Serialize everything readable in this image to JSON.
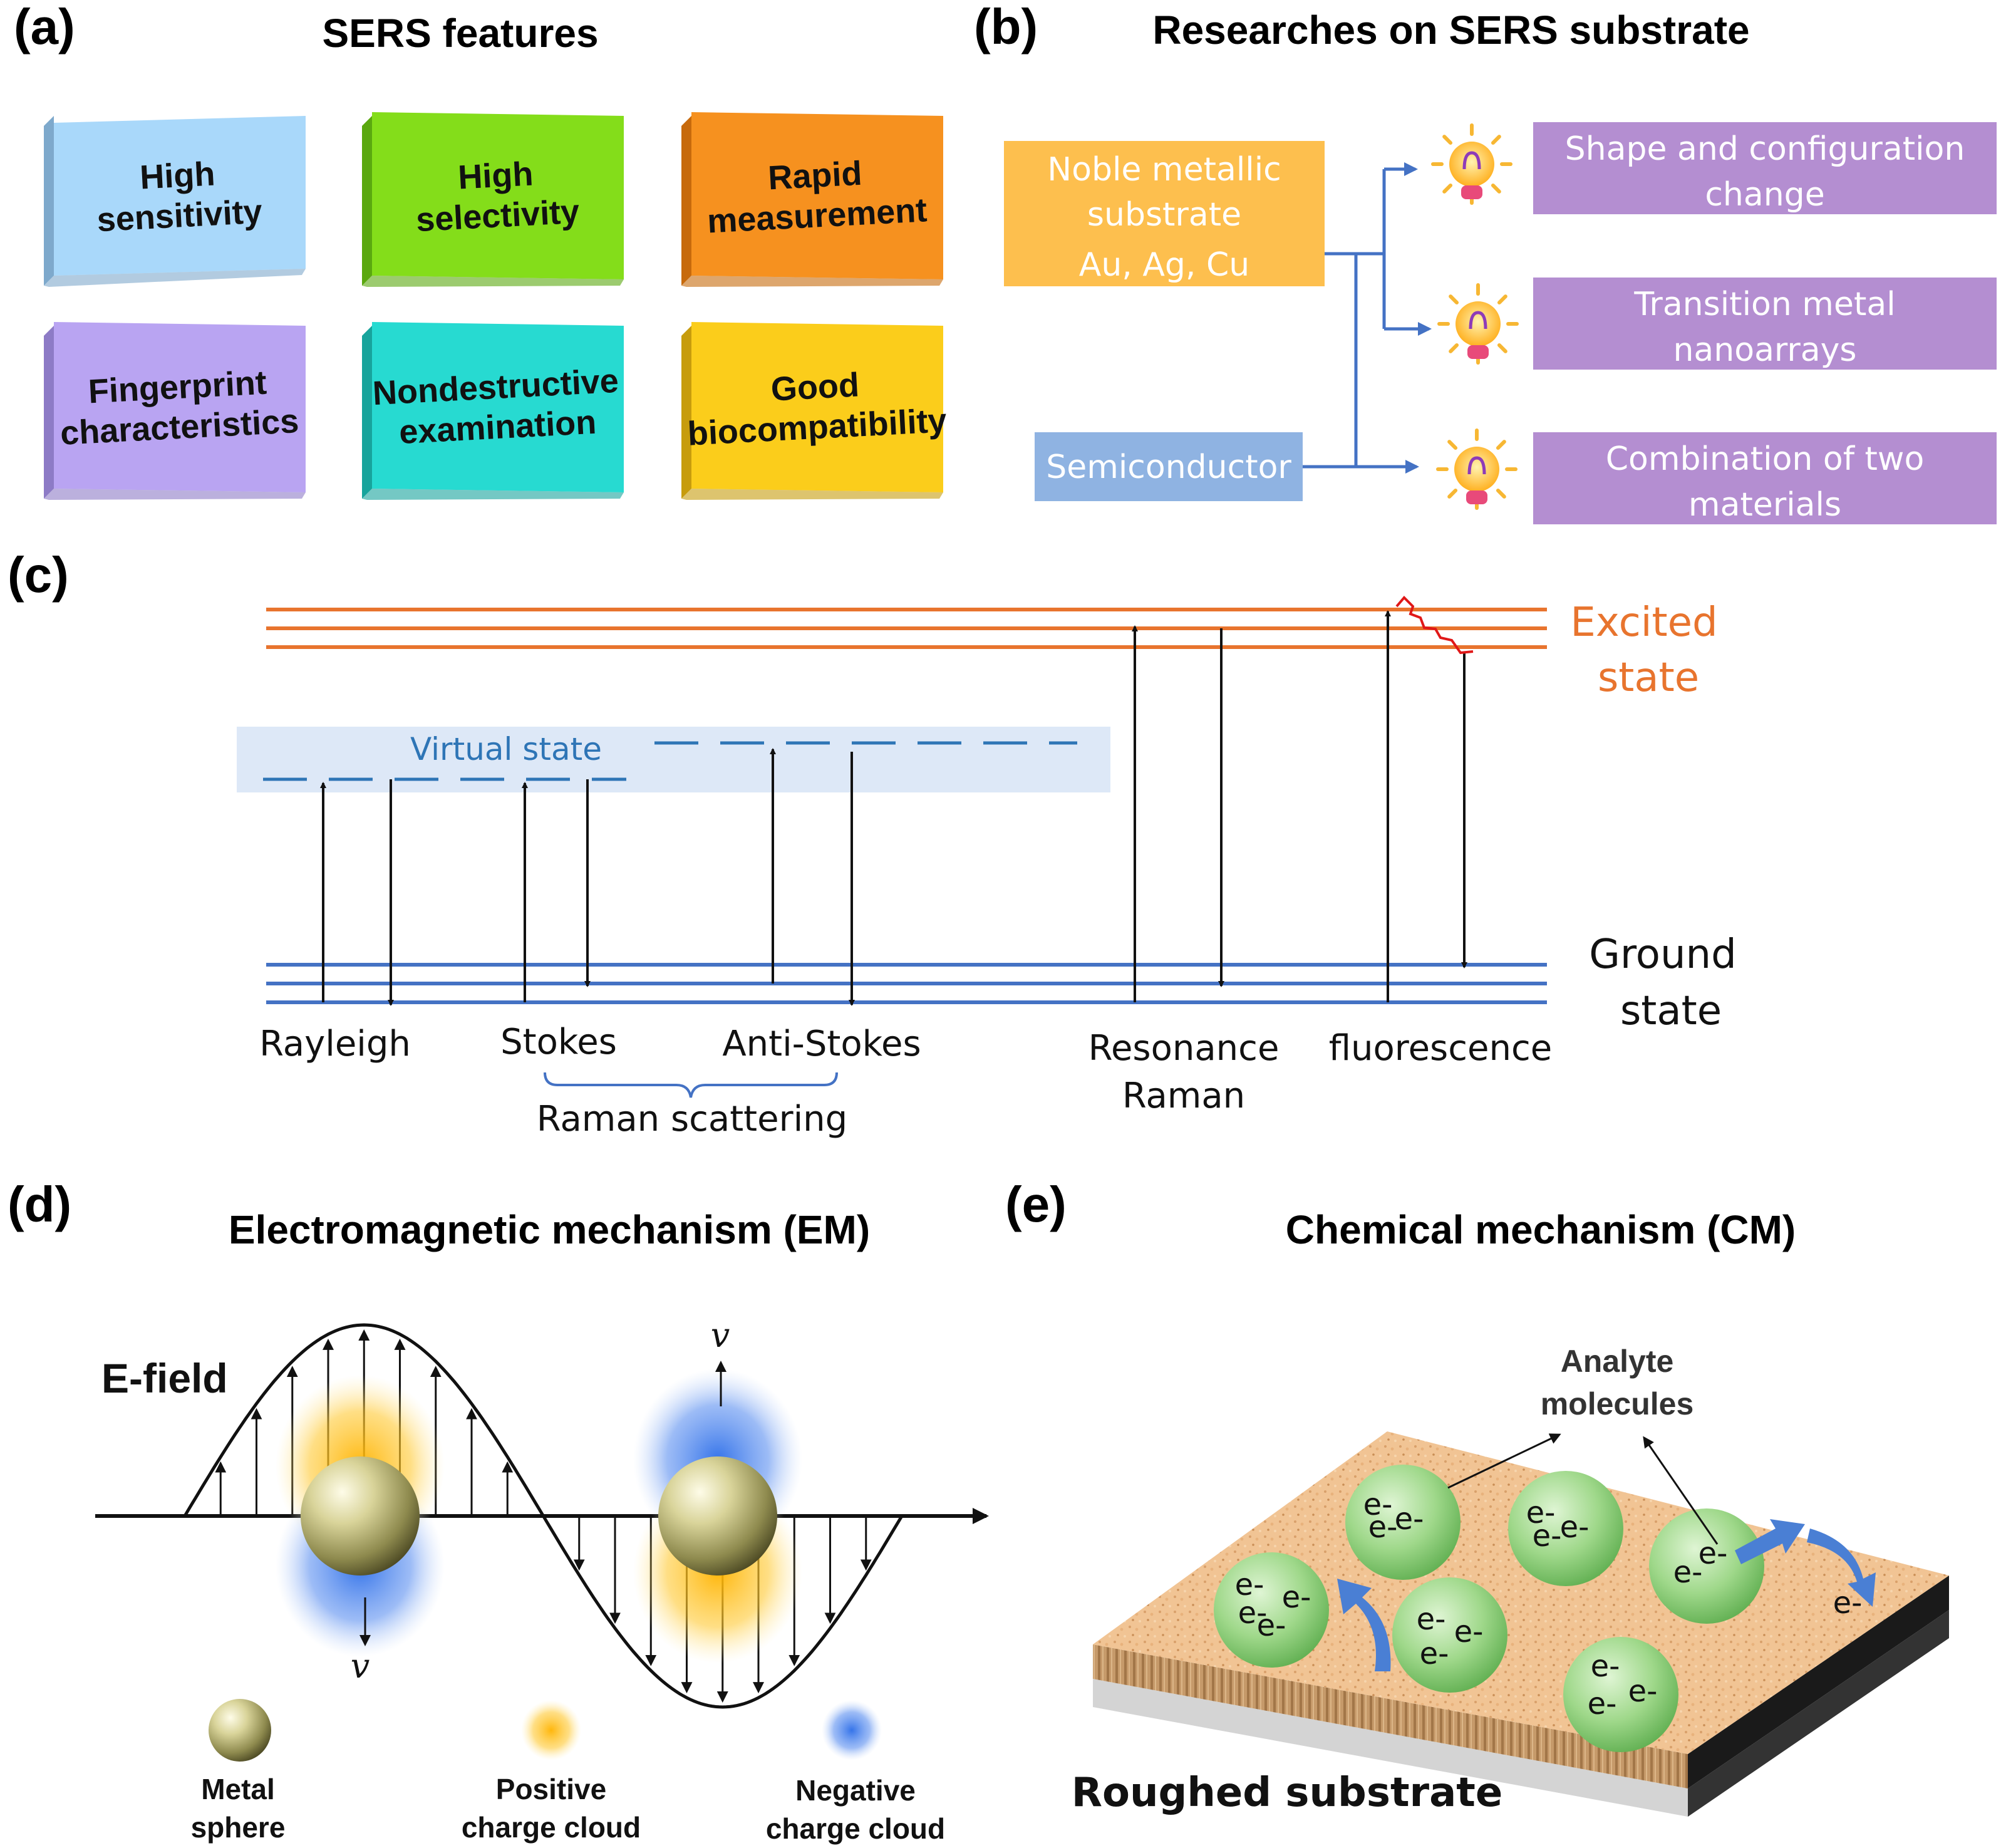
{
  "panel_a": {
    "label": "(a)",
    "title": "SERS features",
    "cards": [
      {
        "lines": [
          "High",
          "sensitivity"
        ],
        "color": "#a9d8fa",
        "side": "#7ea9cc"
      },
      {
        "lines": [
          "High",
          "selectivity"
        ],
        "color": "#84dd1a",
        "side": "#5aa80f"
      },
      {
        "lines": [
          "Rapid",
          "measurement"
        ],
        "color": "#f6911f",
        "side": "#c76a0c"
      },
      {
        "lines": [
          "Fingerprint",
          "characteristics"
        ],
        "color": "#b9a4f2",
        "side": "#8d7bc6"
      },
      {
        "lines": [
          "Nondestructive",
          "examination"
        ],
        "color": "#27dad1",
        "side": "#17a49c"
      },
      {
        "lines": [
          "Good",
          "biocompatibility"
        ],
        "color": "#fbcd1b",
        "side": "#c79c0d"
      }
    ]
  },
  "panel_b": {
    "label": "(b)",
    "title": "Researches on SERS substrate",
    "left_boxes": [
      {
        "lines": [
          "Noble metallic",
          "substrate",
          "Au, Ag, Cu"
        ],
        "color": "#fdbf4e"
      },
      {
        "lines": [
          "Semiconductor"
        ],
        "color": "#8fb3e2"
      }
    ],
    "right_boxes": [
      {
        "lines": [
          "Shape and configuration",
          "change"
        ]
      },
      {
        "lines": [
          "Transition metal",
          "nanoarrays"
        ]
      },
      {
        "lines": [
          "Combination of two",
          "materials"
        ]
      }
    ],
    "right_color": "#b48ed1",
    "icon": "lightbulb-icon"
  },
  "panel_c": {
    "label": "(c)",
    "virtual_state": "Virtual state",
    "excited_state": [
      "Excited",
      "state"
    ],
    "ground_state": [
      "Ground",
      "state"
    ],
    "processes": [
      "Rayleigh",
      "Stokes",
      "Anti-Stokes"
    ],
    "resonance": [
      "Resonance",
      "Raman"
    ],
    "fluorescence": "fluorescence",
    "raman_scattering": "Raman scattering",
    "colors": {
      "excited": "#e8742e",
      "ground": "#4472c4",
      "virtual": "#2e75b6",
      "band": "#dde8f7"
    }
  },
  "panel_d": {
    "label": "(d)",
    "title": "Electromagnetic  mechanism (EM)",
    "efield": "E-field",
    "velocity": "v",
    "legend": [
      {
        "lines": [
          "Metal",
          "sphere"
        ]
      },
      {
        "lines": [
          "Positive",
          "charge cloud"
        ]
      },
      {
        "lines": [
          "Negative",
          "charge cloud"
        ]
      }
    ],
    "colors": {
      "positive": "#ffb300",
      "negative": "#2b6de8"
    }
  },
  "panel_e": {
    "label": "(e)",
    "title": "Chemical mechanism  (CM)",
    "analyte": [
      "Analyte",
      "molecules"
    ],
    "substrate": "Roughed substrate",
    "electron": "e-"
  }
}
